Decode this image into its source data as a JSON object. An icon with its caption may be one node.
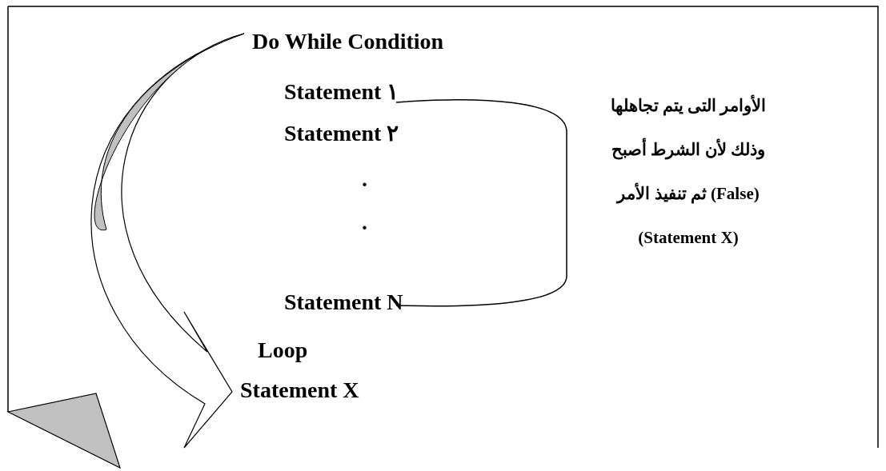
{
  "diagram": {
    "nodes": [
      {
        "text": [
          "Do While Condition"
        ]
      },
      {
        "text": [
          "Statement X"
        ]
      }
    ],
    "edges": [
      {
        "from": 0,
        "to": 1,
        "arrow": "to"
      }
    ],
    "labels": [
      "Statement ١",
      "Statement ٢",
      ".",
      ".",
      "Statement N",
      "Loop",
      "الأوامر التى يتم تجاهلها وذلك لأن الشرط أصبح (False) ثم تنفيذ الأمر (Statement X)"
    ]
  }
}
